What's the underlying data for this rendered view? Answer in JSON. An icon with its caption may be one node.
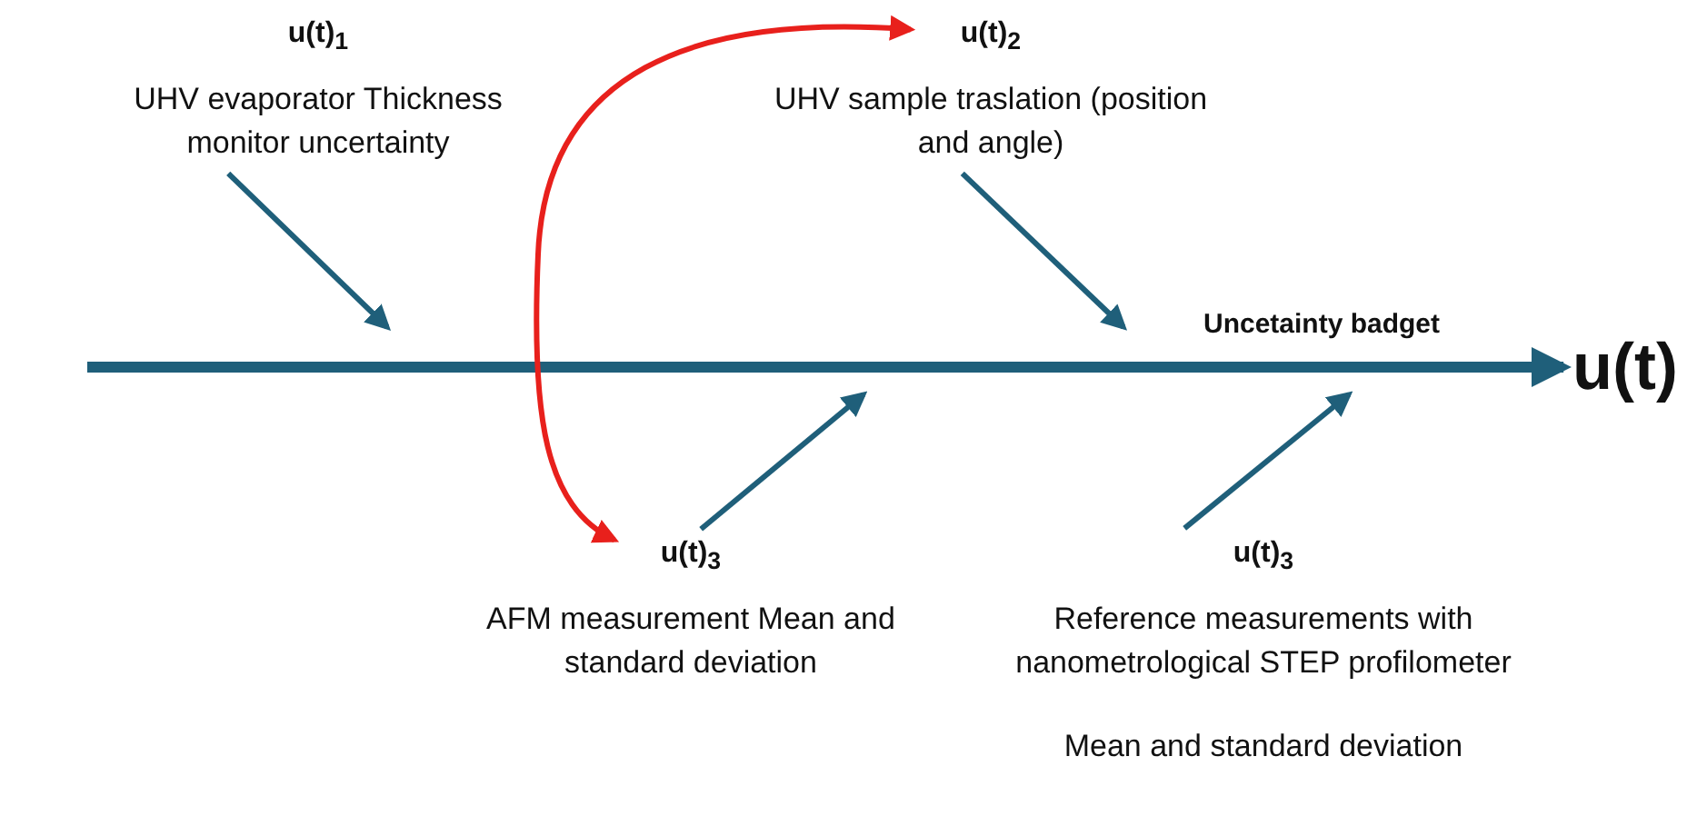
{
  "diagram": {
    "nodes": [
      {
        "text": [
          "u(t)$_{1}$",
          "UHV evaporator Thickness monitor uncertainty"
        ]
      },
      {
        "text": [
          "u(t)$_{2}$",
          "UHV sample traslation (position and angle)"
        ]
      },
      {
        "text": [
          "u(t)$_{3}$",
          "AFM measurement Mean and standard deviation"
        ]
      },
      {
        "text": [
          "u(t)$_{3}$",
          "Reference measurements with nanometrological STEP profilometer",
          "Mean and standard deviation"
        ]
      },
      {
        "text": [
          "u(t)"
        ]
      }
    ],
    "edges": [
      {
        "from": 0,
        "to": null,
        "arrow": "to"
      },
      {
        "from": 1,
        "to": null,
        "arrow": "to"
      },
      {
        "from": 2,
        "to": null,
        "arrow": "to"
      },
      {
        "from": 3,
        "to": null,
        "arrow": "to"
      },
      {
        "from": null,
        "to": 4,
        "arrow": "to",
        "style": "thick"
      },
      {
        "from": 1,
        "to": 2,
        "arrow": "both",
        "color": "#e8201c"
      }
    ],
    "labels": [
      "Uncetainty badget"
    ]
  }
}
